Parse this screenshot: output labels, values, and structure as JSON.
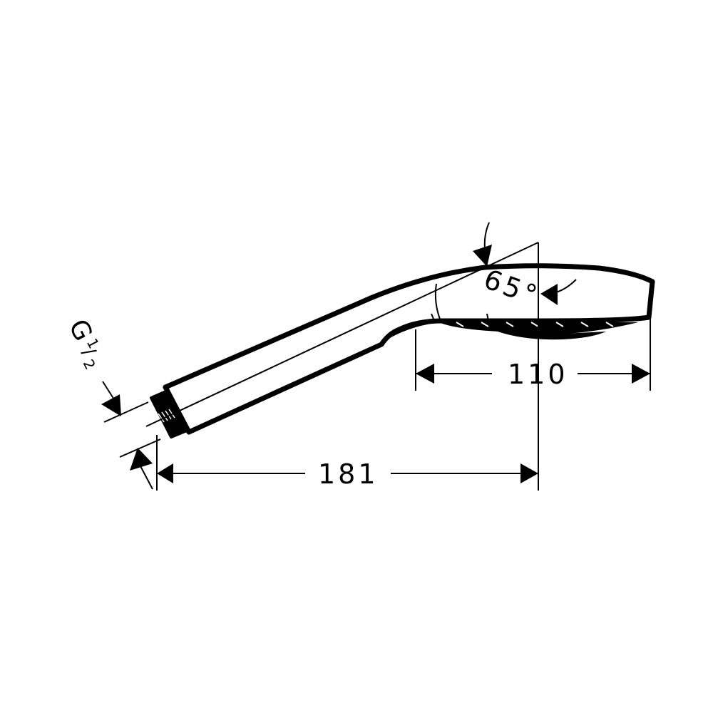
{
  "drawing": {
    "subject": "hand shower technical dimension drawing",
    "colors": {
      "line": "#000000",
      "background": "#ffffff"
    },
    "dimensions": {
      "overall_length": "181",
      "spray_face_width": "110",
      "angle": "65°",
      "thread": {
        "prefix": "G",
        "size": "1/2",
        "numerator": "1",
        "denominator": "2"
      }
    }
  }
}
